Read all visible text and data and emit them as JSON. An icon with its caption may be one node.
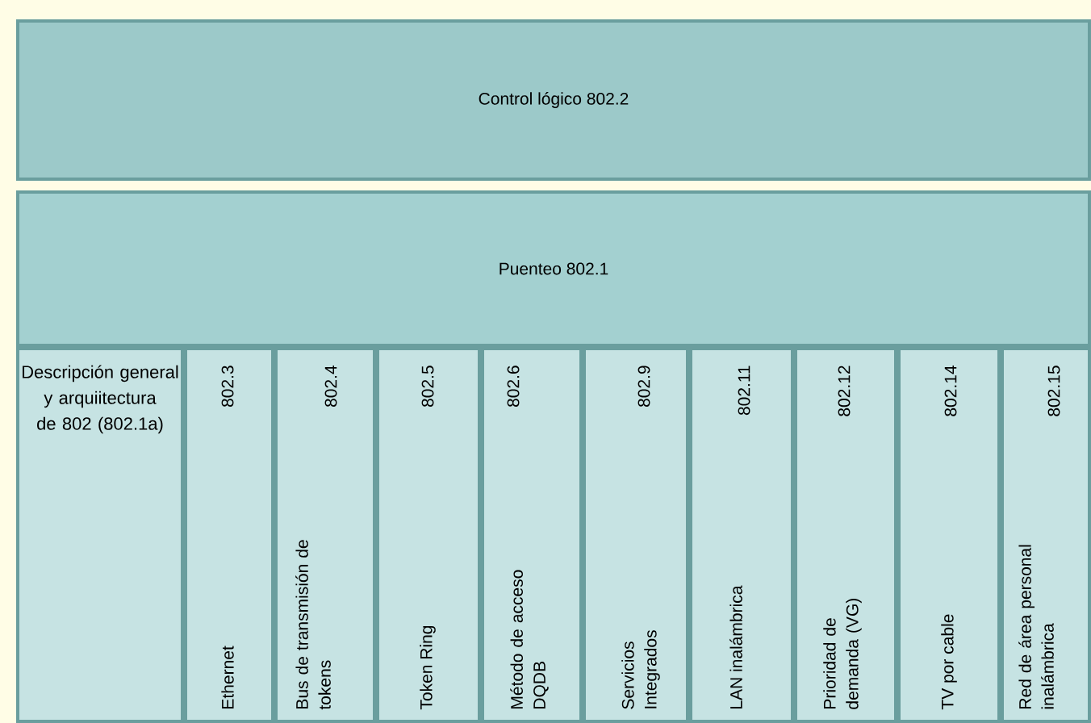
{
  "diagram": {
    "nodes": [
      {
        "text": [
          "Control lógico 802.2"
        ]
      },
      {
        "text": [
          "Puenteo 802.1"
        ]
      },
      {
        "text": [
          "Descripción general y arquiitectura de 802 (802.1a)"
        ]
      },
      {
        "text": [
          "802.3",
          "Ethernet"
        ]
      },
      {
        "text": [
          "802.4",
          "Bus de transmisión de tokens"
        ]
      },
      {
        "text": [
          "802.5",
          "Token Ring"
        ]
      },
      {
        "text": [
          "802.6",
          "Método de acceso DQDB"
        ]
      },
      {
        "text": [
          "802.9",
          "Servicios Integrados"
        ]
      },
      {
        "text": [
          "802.11",
          "LAN inalámbrica"
        ]
      },
      {
        "text": [
          "802.12",
          "Prioridad de demanda (VG)"
        ]
      },
      {
        "text": [
          "802.14",
          "TV por cable"
        ]
      },
      {
        "text": [
          "802.15",
          "Red de área personal inalámbrica"
        ]
      }
    ]
  }
}
